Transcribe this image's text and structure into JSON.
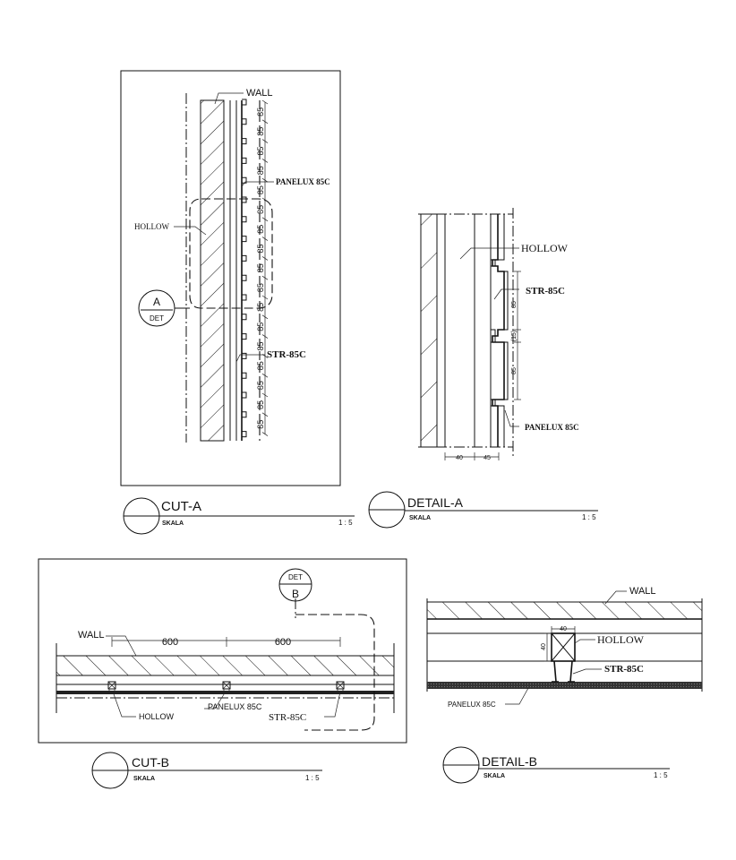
{
  "cut_a": {
    "title": "CUT-A",
    "scale_label": "SKALA",
    "scale": "1 : 5",
    "labels": {
      "wall": "WALL",
      "panelux": "PANELUX 85C",
      "hollow": "HOLLOW",
      "str": "STR-85C"
    },
    "dim_value": "85",
    "callout": {
      "letter": "A",
      "sub": "DET"
    }
  },
  "detail_a": {
    "title": "DETAIL-A",
    "scale_label": "SKALA",
    "scale": "1 : 5",
    "labels": {
      "hollow": "HOLLOW",
      "str": "STR-85C",
      "panelux": "PANELUX 85C"
    },
    "dims": {
      "d1": "85",
      "d2": "(15)",
      "d3": "85",
      "w1": "40",
      "w2": "45"
    }
  },
  "cut_b": {
    "title": "CUT-B",
    "scale_label": "SKALA",
    "scale": "1 : 5",
    "labels": {
      "wall": "WALL",
      "panelux": "PANELUX 85C",
      "hollow": "HOLLOW",
      "str": "STR-85C"
    },
    "dims": {
      "d1": "600",
      "d2": "600"
    },
    "callout": {
      "sub": "DET",
      "letter": "B"
    }
  },
  "detail_b": {
    "title": "DETAIL-B",
    "scale_label": "SKALA",
    "scale": "1 : 5",
    "labels": {
      "wall": "WALL",
      "hollow": "HOLLOW",
      "str": "STR-85C",
      "panelux": "PANELUX 85C"
    },
    "dims": {
      "w": "40",
      "h": "40"
    }
  }
}
